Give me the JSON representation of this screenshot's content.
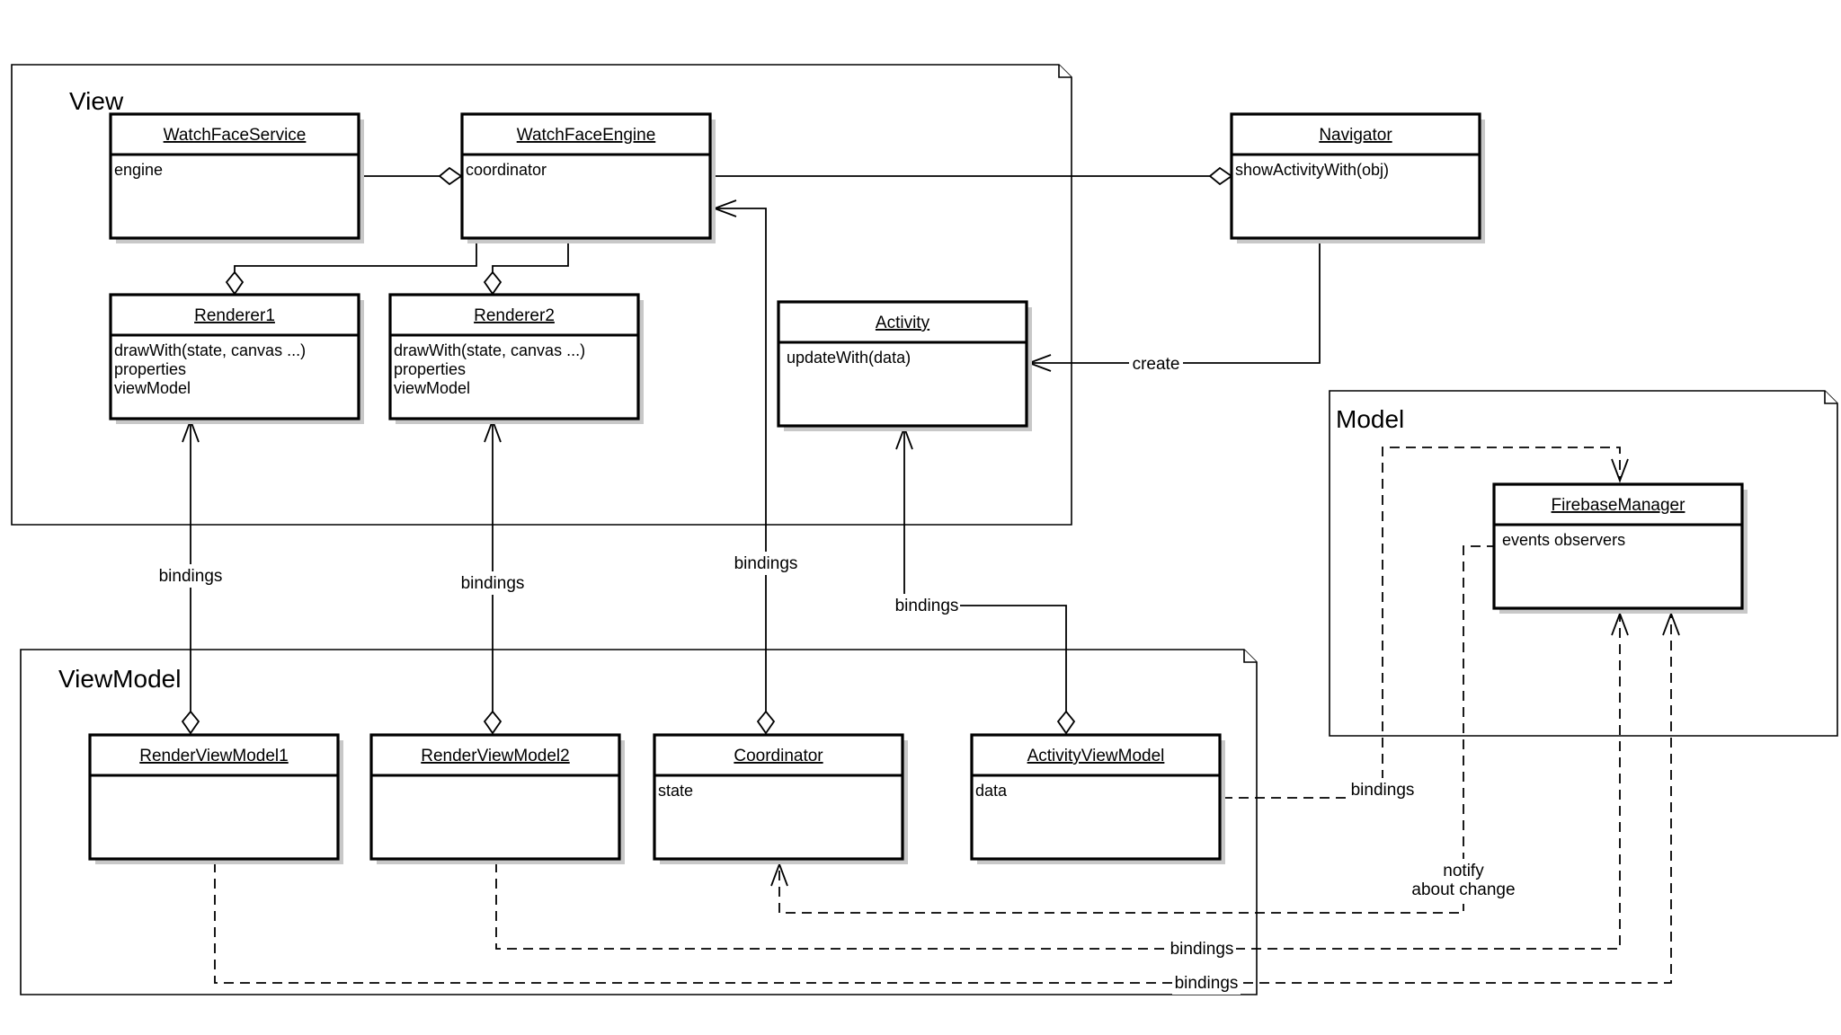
{
  "packages": {
    "view": "View",
    "viewmodel": "ViewModel",
    "model": "Model"
  },
  "classes": {
    "watchfaceservice": {
      "name": "WatchFaceService",
      "lines": [
        "engine"
      ]
    },
    "watchfaceengine": {
      "name": "WatchFaceEngine",
      "lines": [
        "coordinator"
      ]
    },
    "navigator": {
      "name": "Navigator",
      "lines": [
        "showActivityWith(obj)"
      ]
    },
    "renderer1": {
      "name": "Renderer1",
      "lines": [
        "drawWith(state, canvas ...)",
        "properties",
        "viewModel"
      ]
    },
    "renderer2": {
      "name": "Renderer2",
      "lines": [
        "drawWith(state, canvas ...)",
        "properties",
        "viewModel"
      ]
    },
    "activity": {
      "name": "Activity",
      "lines": [
        "updateWith(data)"
      ]
    },
    "firebasemanager": {
      "name": "FirebaseManager",
      "lines": [
        "events observers"
      ]
    },
    "renderviewmodel1": {
      "name": "RenderViewModel1",
      "lines": []
    },
    "renderviewmodel2": {
      "name": "RenderViewModel2",
      "lines": []
    },
    "coordinator": {
      "name": "Coordinator",
      "lines": [
        "state"
      ]
    },
    "activityviewmodel": {
      "name": "ActivityViewModel",
      "lines": [
        "data"
      ]
    }
  },
  "labels": {
    "create": "create",
    "bindings_r1": "bindings",
    "bindings_r2": "bindings",
    "bindings_coord": "bindings",
    "bindings_activity": "bindings",
    "bindings_avm_fb": "bindings",
    "notify_1": "notify",
    "notify_2": "about change",
    "bindings_rvm2_fb": "bindings",
    "bindings_rvm1_fb": "bindings"
  },
  "colors": {
    "line": "#000000",
    "shadow": "#c8c8c8",
    "background": "#ffffff"
  }
}
